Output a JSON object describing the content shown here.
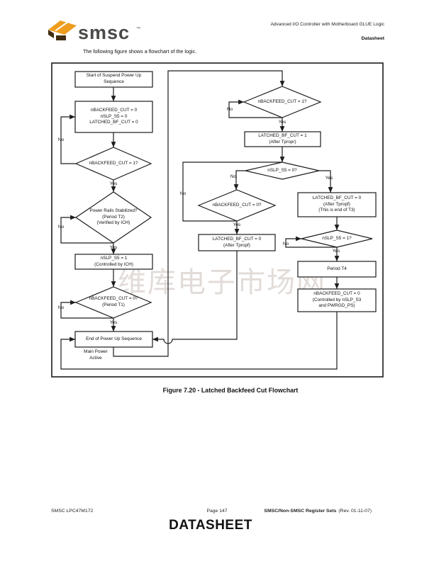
{
  "header": {
    "logo_text": "smsc",
    "logo_tm": "™",
    "product_line": "Advanced I/O Controller with Motherboard GLUE Logic",
    "doc_type": "Datasheet"
  },
  "intro": "The following figure shows a flowchart of the logic.",
  "watermark": "维库电子市场网",
  "flowchart": {
    "nodes": {
      "start": "Start of Suspend Power Up\nSequence",
      "init": "nBACKFEED_CUT = 0\nnSLP_S5 = 0\nLATCHED_BF_CUT = 0",
      "d_backfeed1_left": "nBACKFEED_CUT = 1?",
      "d_power_rails": "Power Rails Stabilized?\n(Period T2)\n(Verified by ICH)",
      "slp_s5_1": "nSLP_S5 = 1\n(Controlled by ICH)",
      "d_backfeed0_t1": "nBACKFEED_CUT = 0?\n(Period T1)",
      "end_box": "End of Power Up Sequence",
      "main_power": "Main Power\nActive",
      "d_backfeed1_right": "nBACKFEED_CUT = 1?",
      "latched1": "LATCHED_BF_CUT = 1\n(After Tpropr)",
      "d_slp_s5_0": "nSLP_S5 = 0?",
      "d_backfeed0_right": "nBACKFEED_CUT = 0?",
      "latched0_left": "LATCHED_BF_CUT = 0\n(After Tpropf)",
      "latched0_right": "LATCHED_BF_CUT = 0\n(After Tpropf)\n(This is end of T3)",
      "d_slp_s5_1": "nSLP_S5 = 1?",
      "period_t4": "Period T4",
      "backfeed0_final": "nBACKFEED_CUT = 0\n(Controlled by nSLP_S3\nand PWRGD_PS)"
    },
    "labels": {
      "yes": "Yes",
      "no": "No"
    },
    "caption": "Figure 7.20 - Latched Backfeed Cut Flowchart"
  },
  "footer": {
    "left": "SMSC LPC47M172",
    "center": "Page 147",
    "right_bold": "SMSC/Non-SMSC Register Sets",
    "right_normal": "(Rev. 01-11-07)",
    "datasheet": "DATASHEET"
  },
  "colors": {
    "logo_orange": "#EF9D1F",
    "logo_dark": "#402D12",
    "line": "#1c1c1c"
  }
}
